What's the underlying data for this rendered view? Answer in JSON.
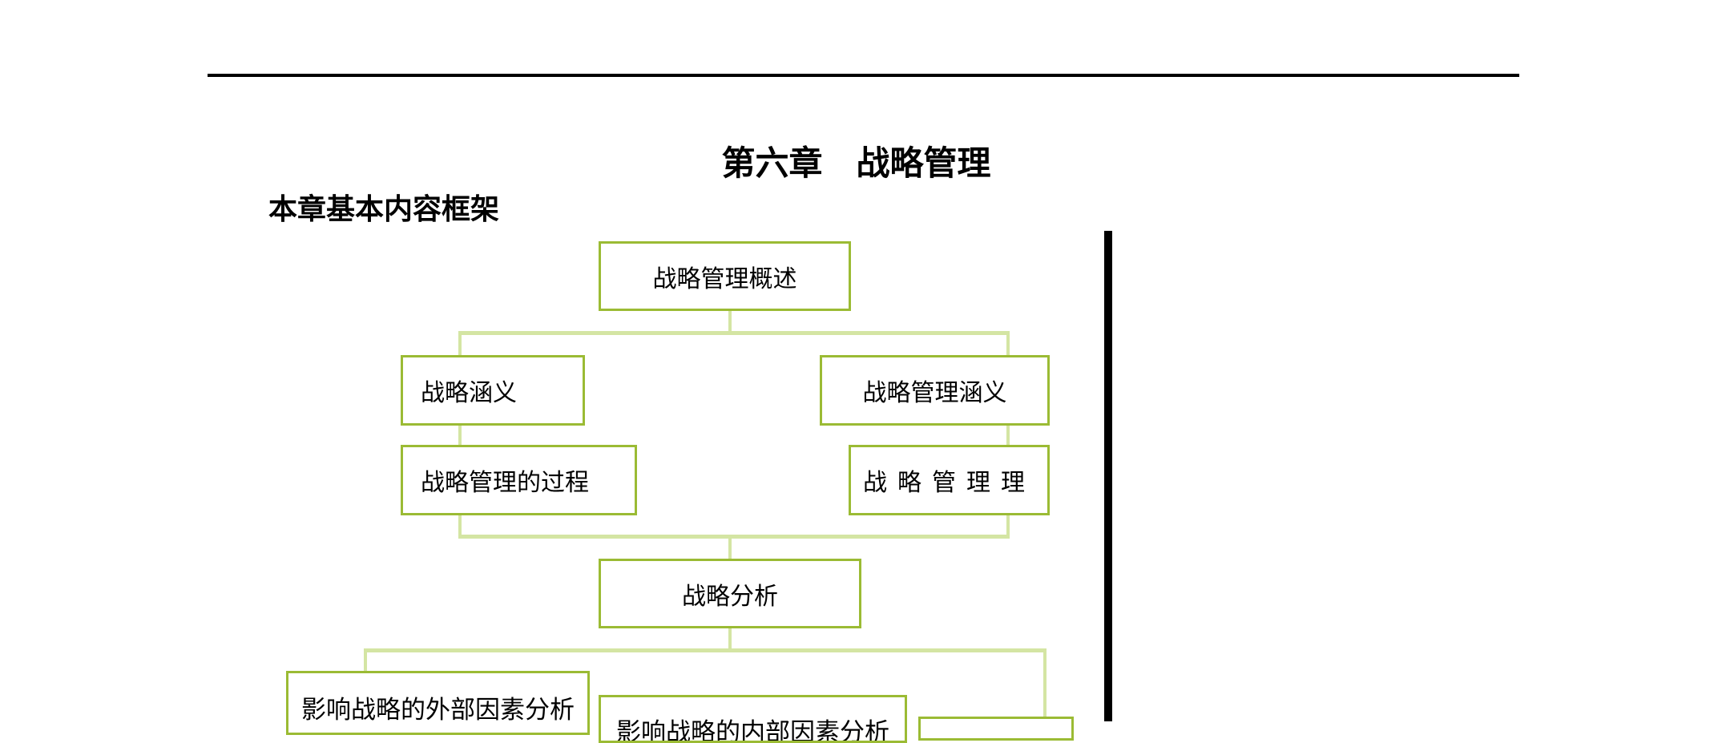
{
  "document": {
    "chapter_title": "第六章　战略管理",
    "section_heading": "本章基本内容框架"
  },
  "diagram": {
    "nodes": {
      "root": "战略管理概述",
      "strategy_meaning": "战略涵义",
      "strategy_mgmt_meaning": "战略管理涵义",
      "strategy_mgmt_process": "战略管理的过程",
      "strategy_mgmt_theory": "战略管理理",
      "strategy_analysis": "战略分析",
      "external_factors": "影响战略的外部因素分析",
      "internal_factors": "影响战略的内部因素分析",
      "third_partial": ""
    },
    "colors": {
      "node_border": "#9bbb34",
      "connector": "#d4e5a3"
    }
  }
}
